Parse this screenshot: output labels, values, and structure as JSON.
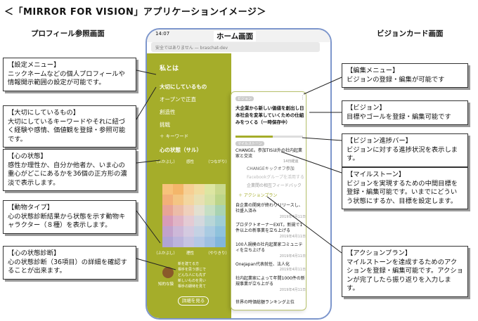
{
  "title": "＜「MIRROR FOR VISION」アプリケーションイメージ＞",
  "sections": {
    "profile": "プロフィール参照画面",
    "home": "ホーム画面",
    "vision": "ビジョンカード画面"
  },
  "left_callouts": [
    {
      "heading": "【設定メニュー】",
      "body": "ニックネームなどの個人プロフィールや情報開示範囲の設定が可能です。"
    },
    {
      "heading": "【大切にしているもの】",
      "body": "大切にしているキーワードやそれに紐づく経験や感情、価値観を登録・参照可能です。"
    },
    {
      "heading": "【心の状態】",
      "body": "感性か理性か、自分か他者か、いま心の重心がどこにあるかを36個の正方形の濃淡で表示します。"
    },
    {
      "heading": "【動物タイプ】",
      "body": "心の状態診断結果から状態を示す動物キャラクター（８種）を表示します。"
    },
    {
      "heading": "【心の状態診断】",
      "body": "心の状態診断（36項目）の詳細を確認することが出来ます。"
    }
  ],
  "right_callouts": [
    {
      "heading": "【編集メニュー】",
      "body": "ビジョンの登録・編集が可能です"
    },
    {
      "heading": "【ビジョン】",
      "body": "目標やゴールを登録・編集可能です"
    },
    {
      "heading": "【ビジョン進捗バー】",
      "body": "ビジョンに対する進捗状況を表示します。"
    },
    {
      "heading": "【マイルストーン】",
      "body": "ビジョンを実現するための中間目標を登録・編集可能です。いまでにどういう状態にするか、目標を設定します。"
    },
    {
      "heading": "【アクションプラン】",
      "body": "マイルストーンを達成するためのアクションを登録・編集可能です。アクションが完了したら振り返りを入力します。"
    }
  ],
  "phone": {
    "time": "14:07",
    "url": "安全ではありません — braschat-dev",
    "profile_title": "私とは",
    "important_label": "大切にしているもの",
    "keywords": [
      "オープンで正直",
      "創造性",
      "挑戦"
    ],
    "add_keyword": "＋ キーワード",
    "heart_label": "心の状態（サル）",
    "axis_labels": [
      "（ふかぶし）",
      "感性",
      "（つながり）",
      "（ふかぶし）",
      "理性",
      "（やりきり）"
    ],
    "animal_text": [
      "新を建てる方",
      "相手を思う感じで",
      "どんな人にも先ず",
      "新しいものを見い",
      "相手の期待を見て"
    ],
    "animal_label": "知的な猿",
    "detail_button": "詳細を見る"
  },
  "card": {
    "label": "ビジョン",
    "vision_text": "大企業から新しい価値を創出し日本社会を変革していくための仕組みをつくる（一時保存中）",
    "milestone_label": "マイルストーン",
    "milestone": "CHANGE。参加TISは外の社内起業家と交流",
    "count": "14日経過",
    "links": [
      "CHANGEキックオフ参加",
      "Facebookグループを活用する",
      "企業間の相互フィードバック"
    ],
    "action_label": "＋ アクションプラン",
    "items": [
      {
        "text": "自企業の開発が終わりリリースし、社盛入済み",
        "date": "2019年4月11日"
      },
      {
        "text": "プロダクトオーナーEXIT。新規で1件以上の新事業を立ち上げる",
        "date": "2019年4月11日"
      },
      {
        "text": "100人規模の社内起業家コミュニティを立ち上げる",
        "date": "2019年4月11日"
      },
      {
        "text": "OneJapan代表就任、法人化",
        "date": "2019年4月11日"
      },
      {
        "text": "社内起業家によって年間1000件の新規事業が立ち上がる",
        "date": "2019年4月11日"
      },
      {
        "text": "世界の時価総額ランキング上位",
        "date": ""
      }
    ]
  },
  "colors": {
    "accent": "#a5ad2a",
    "phone_border": "#7d96cc"
  }
}
